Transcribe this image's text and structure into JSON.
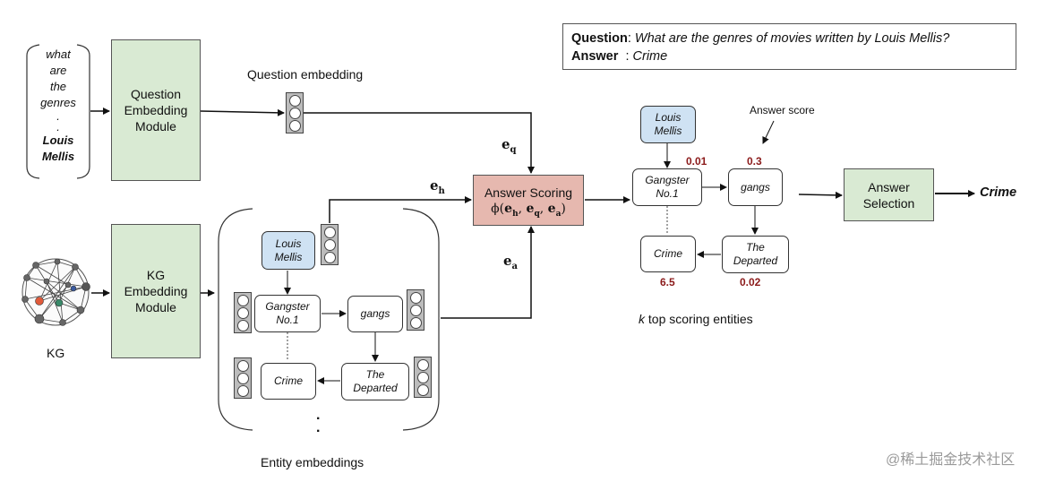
{
  "question_words": [
    "what",
    "are",
    "the",
    "genres",
    ".",
    ".",
    "Louis",
    "Mellis"
  ],
  "question_embedding_module": "Question\nEmbedding\nModule",
  "kg_embedding_module": "KG\nEmbedding\nModule",
  "kg_label": "KG",
  "question_embedding_label": "Question embedding",
  "entity_embeddings_label": "Entity embeddings",
  "vector_labels": {
    "eq": "e",
    "eq_sub": "q",
    "eh": "e",
    "eh_sub": "h",
    "ea": "e",
    "ea_sub": "a"
  },
  "answer_scoring": {
    "title": "Answer Scoring",
    "formula": "ϕ(eh, eq, ea)"
  },
  "qa_box": {
    "question_label": "Question",
    "question_text": "What are the genres of movies written by Louis Mellis?",
    "answer_label": "Answer",
    "answer_text": "Crime"
  },
  "kg_entities": {
    "topic": "Louis\nMellis",
    "gangster": "Gangster\nNo.1",
    "gangs": "gangs",
    "crime": "Crime",
    "departed": "The\nDeparted",
    "ellipsis": ".\n."
  },
  "right_graph": {
    "topic": "Louis\nMellis",
    "gangster": "Gangster\nNo.1",
    "gangs": "gangs",
    "crime": "Crime",
    "departed": "The\nDeparted",
    "scores": {
      "gangster": "0.01",
      "gangs": "0.3",
      "crime": "6.5",
      "departed": "0.02"
    },
    "answer_score_label": "Answer score",
    "caption_k": "k",
    "caption_rest": " top scoring entities"
  },
  "answer_selection": "Answer\nSelection",
  "final_answer": "Crime",
  "watermark": "@稀土掘金技术社区"
}
